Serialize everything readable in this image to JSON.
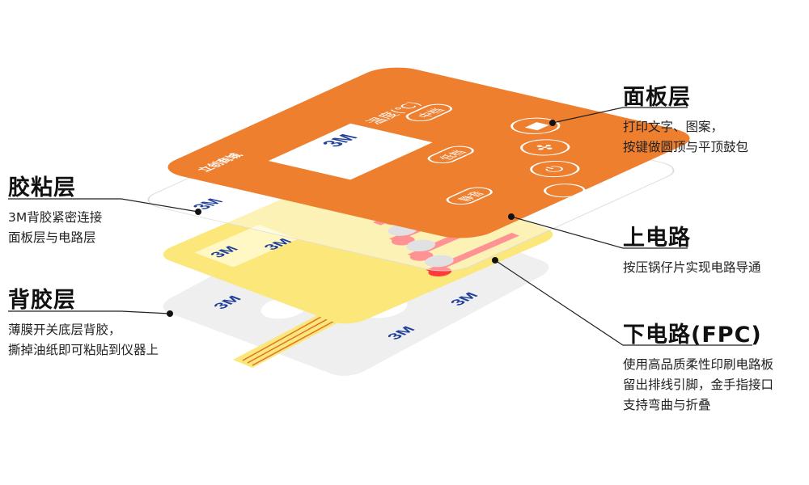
{
  "layers": {
    "panel": {
      "title": "面板层",
      "desc": [
        "打印文字、图案，",
        "按键做圆顶与平顶鼓包"
      ]
    },
    "adhesive": {
      "title": "胶粘层",
      "desc": [
        "3M背胶紧密连接",
        "面板层与电路层"
      ]
    },
    "upper_circuit": {
      "title": "上电路",
      "desc": [
        "按压锅仔片实现电路导通"
      ]
    },
    "lower_circuit": {
      "title": "下电路(FPC)",
      "desc": [
        "使用高品质柔性印刷电路板",
        "留出排线引脚，金手指接口",
        "支持弯曲与折叠"
      ]
    },
    "back_adhesive": {
      "title": "背胶层",
      "desc": [
        "薄膜开关底层背胶，",
        "撕掉油纸即可粘贴到仪器上"
      ]
    }
  },
  "panel_face": {
    "display_label": "温度(℃)",
    "buttons": [
      "中档",
      "低档",
      "静音"
    ],
    "logo": "立创商城",
    "tape_label": "3M"
  },
  "colors": {
    "panel": "#ee7f2f",
    "circuit": "#fbe77a",
    "trace": "#ff3b3b",
    "backing": "#eeeeee",
    "tape": "#1f3f9a"
  }
}
